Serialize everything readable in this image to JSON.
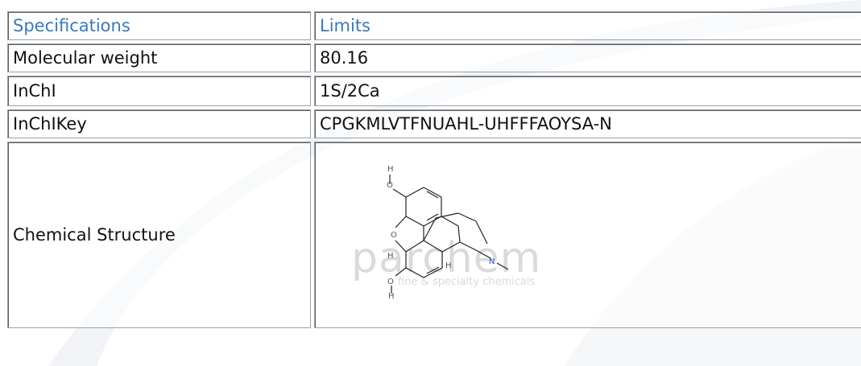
{
  "table": {
    "header": {
      "specifications": "Specifications",
      "limits": "Limits"
    },
    "rows": [
      {
        "label": "Molecular weight",
        "value": "80.16"
      },
      {
        "label": "InChI",
        "value": "1S/2Ca"
      },
      {
        "label": "InChIKey",
        "value": "CPGKMLVTFNUAHL-UHFFFAOYSA-N"
      },
      {
        "label": "Chemical Structure",
        "value": ""
      }
    ]
  },
  "structure": {
    "atom_labels": {
      "h_top": "H",
      "o_top": "O",
      "o_ring": "O",
      "h_left": "H",
      "h_mid": "H",
      "o_bottom": "O",
      "h_bottom": "H",
      "n": "N"
    }
  },
  "watermark": {
    "name": "parchem",
    "tagline": "fine & specialty chemicals"
  },
  "colors": {
    "header_text": "#3a79b8",
    "nitrogen": "#2b4fd6",
    "border": "#9aa0a6"
  }
}
